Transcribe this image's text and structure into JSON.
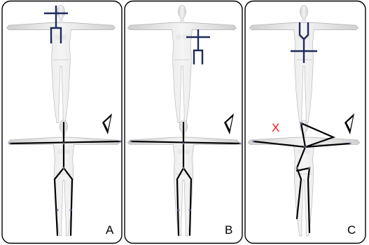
{
  "panels": [
    {
      "label": "A",
      "marker": ""
    },
    {
      "label": "B",
      "marker": ""
    },
    {
      "label": "C",
      "marker": "X"
    }
  ]
}
